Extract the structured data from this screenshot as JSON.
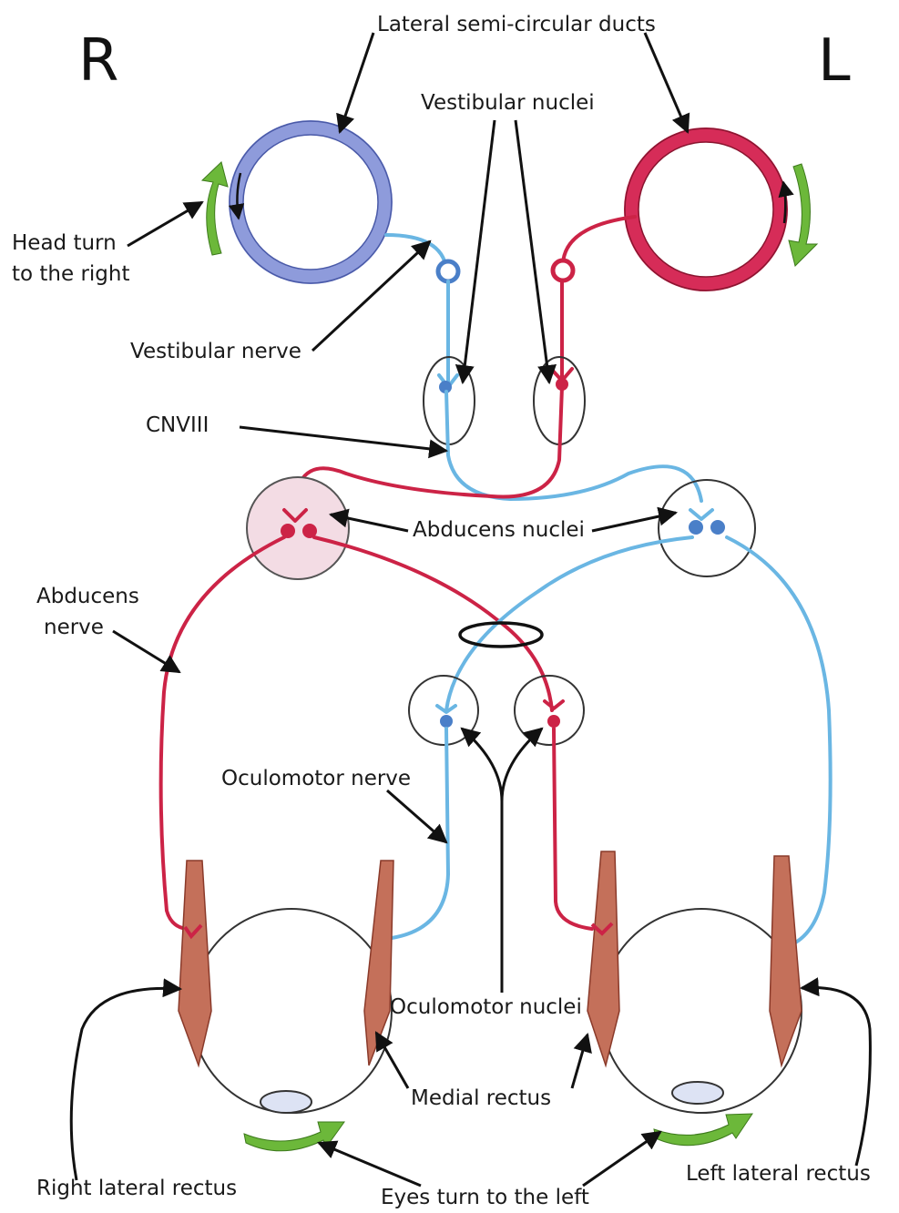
{
  "sides": {
    "right": "R",
    "left": "L"
  },
  "labels": {
    "lateral_ducts": "Lateral semi-circular ducts",
    "vestibular_nuclei": "Vestibular nuclei",
    "head_turn_1": "Head turn",
    "head_turn_2": "to the right",
    "vestibular_nerve": "Vestibular nerve",
    "cnviii": "CNVIII",
    "abducens_nuclei": "Abducens nuclei",
    "abducens_nerve_1": "Abducens",
    "abducens_nerve_2": "nerve",
    "oculomotor_nerve": "Oculomotor nerve",
    "oculomotor_nuclei": "Oculomotor nuclei",
    "medial_rectus": "Medial rectus",
    "right_lateral_rectus": "Right lateral rectus",
    "left_lateral_rectus": "Left lateral rectus",
    "eyes_turn": "Eyes turn to the left"
  },
  "colors": {
    "right_side_pathway": "#6ab6e3",
    "left_side_pathway": "#cc2346",
    "right_duct": "#8e9bdb",
    "left_duct": "#d62c58",
    "rotation_arrow": "#6cb83a",
    "muscle": "#c4705a"
  }
}
